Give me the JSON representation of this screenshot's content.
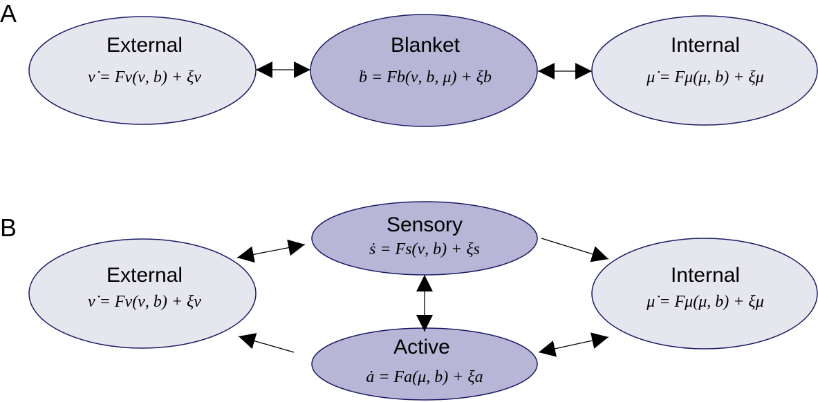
{
  "panels": [
    {
      "label": "A",
      "nodes": [
        {
          "id": "external",
          "title": "External",
          "equation": "ν̇ = Fν(ν, b) + ξν",
          "shade": "light"
        },
        {
          "id": "blanket",
          "title": "Blanket",
          "equation": "ḃ = Fb(ν, b, μ) + ξb",
          "shade": "dark"
        },
        {
          "id": "internal",
          "title": "Internal",
          "equation": "μ̇ = Fμ(μ, b) + ξμ",
          "shade": "light"
        }
      ],
      "edges": [
        {
          "from": "external",
          "to": "blanket",
          "direction": "both"
        },
        {
          "from": "blanket",
          "to": "internal",
          "direction": "both"
        }
      ]
    },
    {
      "label": "B",
      "nodes": [
        {
          "id": "sensory",
          "title": "Sensory",
          "equation": "ṡ = Fs(ν, b) + ξs",
          "shade": "dark"
        },
        {
          "id": "external",
          "title": "External",
          "equation": "ν̇ = Fν(ν, b) + ξν",
          "shade": "light"
        },
        {
          "id": "internal",
          "title": "Internal",
          "equation": "μ̇ = Fμ(μ, b) + ξμ",
          "shade": "light"
        },
        {
          "id": "active",
          "title": "Active",
          "equation": "ȧ = Fa(μ, b) + ξa",
          "shade": "dark"
        }
      ],
      "edges": [
        {
          "from": "external",
          "to": "sensory",
          "direction": "both"
        },
        {
          "from": "sensory",
          "to": "internal",
          "direction": "forward"
        },
        {
          "from": "sensory",
          "to": "active",
          "direction": "both"
        },
        {
          "from": "active",
          "to": "external",
          "direction": "forward"
        },
        {
          "from": "internal",
          "to": "active",
          "direction": "both"
        }
      ]
    }
  ],
  "colors": {
    "node_light": "#e6e6ef",
    "node_dark": "#b7b6d6",
    "node_stroke": "#1a1a66",
    "arrow": "#000000"
  }
}
